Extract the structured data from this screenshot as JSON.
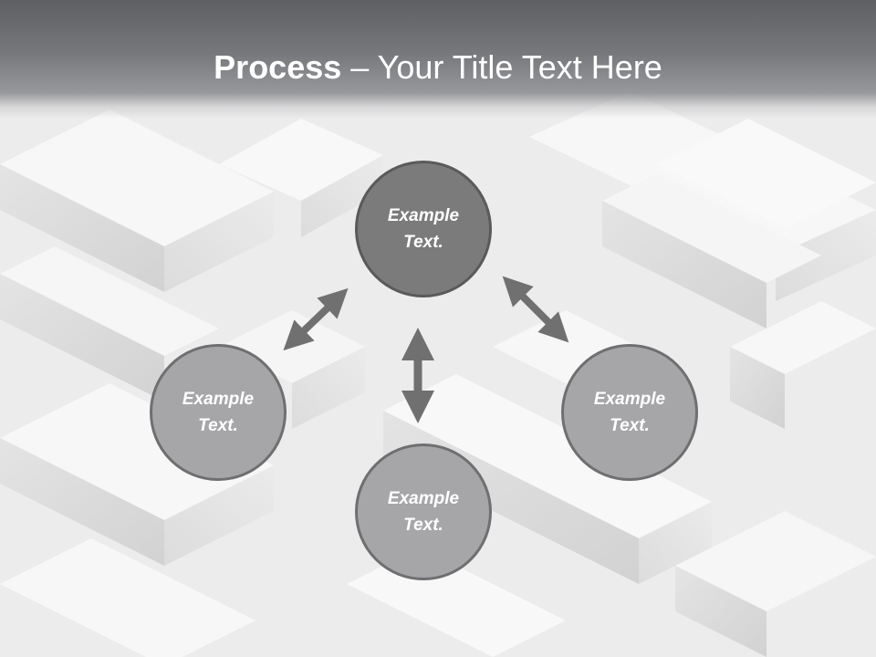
{
  "header": {
    "title_bold": "Process",
    "title_rest": " – Your Title Text Here"
  },
  "diagram": {
    "nodes": {
      "top": "Example\nText.",
      "left": "Example\nText.",
      "right": "Example\nText.",
      "bottom": "Example\nText."
    },
    "colors": {
      "center_fill": "#7b7b7b",
      "outer_fill": "#a6a6a9",
      "arrow": "#707070",
      "header": "#5e5f63"
    }
  }
}
